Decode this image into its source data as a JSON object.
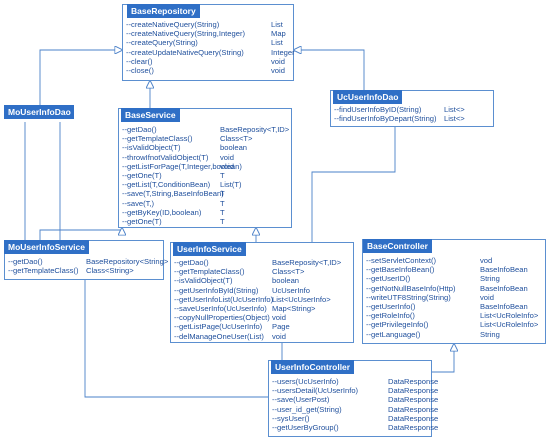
{
  "classes": {
    "base_repository": {
      "name": "BaseRepository",
      "rows": [
        {
          "m": "--createNativeQuery(String)",
          "t": "List"
        },
        {
          "m": "--createNativeQuery(String,Integer)",
          "t": "Map"
        },
        {
          "m": "--createQuery(String)",
          "t": "List"
        },
        {
          "m": "--createUpdateNativeQuery(String)",
          "t": "Integer"
        },
        {
          "m": "--clear()",
          "t": "void"
        },
        {
          "m": "--close()",
          "t": "void"
        }
      ]
    },
    "mo_user_info_dao": {
      "name": "MoUserInfoDao",
      "rows": []
    },
    "uc_user_info_dao": {
      "name": "UcUserInfoDao",
      "rows": [
        {
          "m": "--findUserInfoByID(String)",
          "t": "List<>"
        },
        {
          "m": "--findUserInfoByDepart(String)",
          "t": "List<>"
        }
      ]
    },
    "base_service": {
      "name": "BaseService",
      "rows": [
        {
          "m": "--getDao()",
          "t": "BaseReposity<T,ID>"
        },
        {
          "m": "--getTemplateClass()",
          "t": "Class<T>"
        },
        {
          "m": "--isValidObject(T)",
          "t": "boolean"
        },
        {
          "m": "--throwIfnotValidObject(T)",
          "t": "void"
        },
        {
          "m": "--getListForPage(T,Integer,boolean)",
          "t": "void"
        },
        {
          "m": "--getOne(T)",
          "t": "T"
        },
        {
          "m": "--getList(T,ConditionBean)",
          "t": "List(T)"
        },
        {
          "m": "--save(T,String,BaseInfoBean)",
          "t": "T"
        },
        {
          "m": "--save(T,)",
          "t": "T"
        },
        {
          "m": "--getByKey(ID,boolean)",
          "t": "T"
        },
        {
          "m": "--getOne(T)",
          "t": "T"
        }
      ]
    },
    "mo_user_info_service": {
      "name": "MoUserInfoService",
      "rows": [
        {
          "m": "--getDao()",
          "t": "BaseRepository<String>"
        },
        {
          "m": "--getTemplateClass()",
          "t": "Class<String>"
        }
      ]
    },
    "user_info_service": {
      "name": "UserInfoService",
      "rows": [
        {
          "m": "--getDao()",
          "t": "BaseReposity<T,ID>"
        },
        {
          "m": "--getTemplateClass()",
          "t": "Class<T>"
        },
        {
          "m": "--isValidObject(T)",
          "t": "boolean"
        },
        {
          "m": "--getUserInfoById(String)",
          "t": "UcUserInfo"
        },
        {
          "m": "--getUserInfoList(UcUserInfo)",
          "t": "List<UcUserInfo>"
        },
        {
          "m": "--saveUserInfo(UcUserInfo)",
          "t": "Map<String>"
        },
        {
          "m": "--copyNullProperties(Object)",
          "t": "void"
        },
        {
          "m": "--getListPage(UcUserInfo)",
          "t": "Page"
        },
        {
          "m": "--delManageOneUser(List)",
          "t": "void"
        }
      ]
    },
    "base_controller": {
      "name": "BaseController",
      "rows": [
        {
          "m": "--setServletContext()",
          "t": "vod"
        },
        {
          "m": "--getBaseInfoBean()",
          "t": "BaseInfoBean"
        },
        {
          "m": "--getUserID()",
          "t": "String"
        },
        {
          "m": "--getNotNullBaseInfo(Http)",
          "t": "BaseInfoBean"
        },
        {
          "m": "--writeUTF8String(String)",
          "t": "void"
        },
        {
          "m": "--getUserInfo()",
          "t": "BaseInfoBean"
        },
        {
          "m": "--getRoleInfo()",
          "t": "List<UcRoleInfo>"
        },
        {
          "m": "--getPrivilegeInfo()",
          "t": "List<UcRoleInfo>"
        },
        {
          "m": "--getLanguage()",
          "t": "String"
        }
      ]
    },
    "user_info_controller": {
      "name": "UserInfoController",
      "rows": [
        {
          "m": "--users(UcUserInfo)",
          "t": "DataResponse"
        },
        {
          "m": "--usersDetail(UcUserInfo)",
          "t": "DataResponse"
        },
        {
          "m": "--save(UserPost)",
          "t": "DataResponse"
        },
        {
          "m": "--user_id_get(String)",
          "t": "DataResponse"
        },
        {
          "m": "--sysUser()",
          "t": "DataResponse"
        },
        {
          "m": "--getUserByGroup()",
          "t": "DataResponse"
        }
      ]
    }
  },
  "colors": {
    "header": "#2f6fc6",
    "border": "#5b8fd0",
    "text": "#1f4f9c",
    "wire": "#4a80c8"
  }
}
